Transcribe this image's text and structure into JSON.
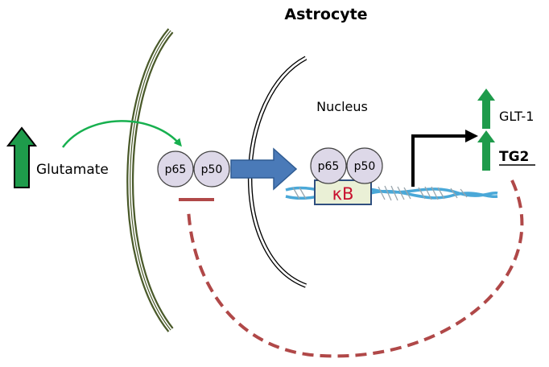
{
  "title": "Astrocyte",
  "glutamate_label": "Glutamate",
  "nucleus_label": "Nucleus",
  "subunits": {
    "p65": "p65",
    "p50": "p50"
  },
  "kb_label": "κB",
  "targets": {
    "glt1": "GLT-1",
    "tg2": "TG2"
  },
  "colors": {
    "membrane": "#4a5a2a",
    "up_arrow": "#1e9b4b",
    "glutamate_curve": "#17b04f",
    "protein_fill": "#ddd8e8",
    "translocation_arrow": "#4a7ab8",
    "kb_box": "#eaf0d6",
    "kb_text": "#c8102e",
    "dna": "#4aa8d8",
    "inhibition": "#b04848"
  }
}
